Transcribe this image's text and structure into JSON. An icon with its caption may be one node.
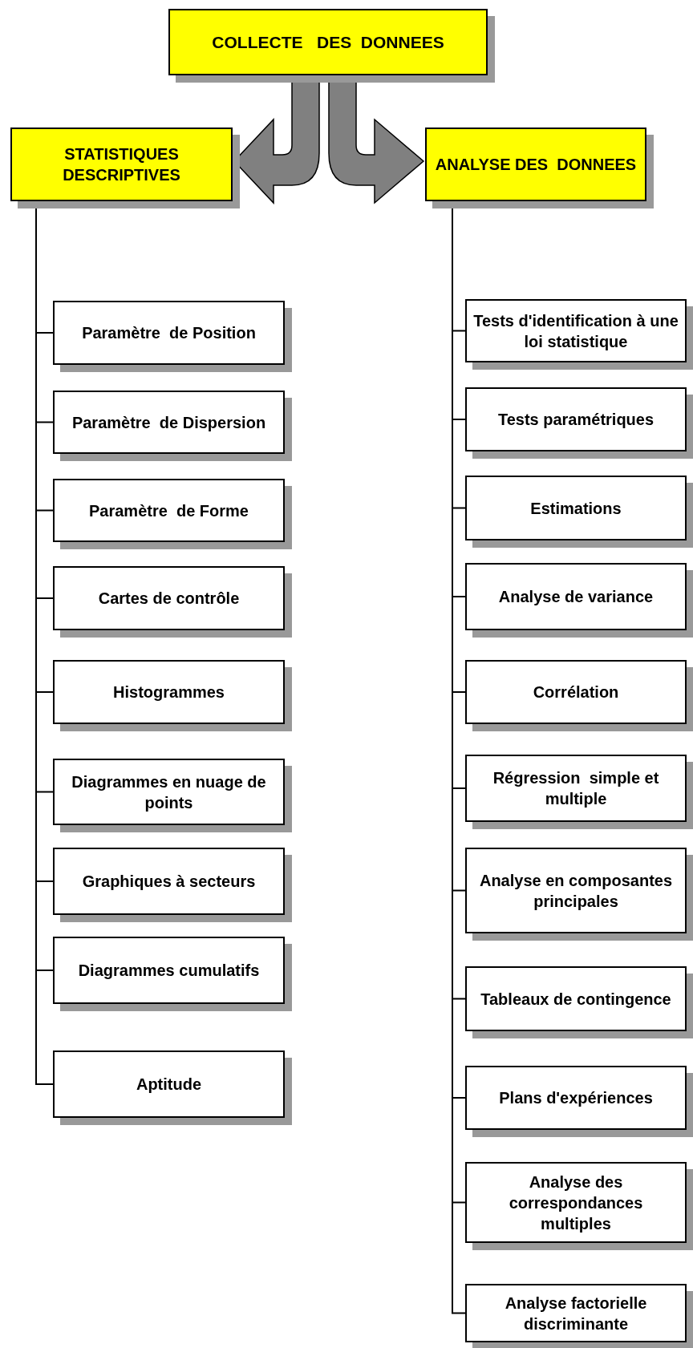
{
  "diagram": {
    "nodes": [
      {
        "text": [
          "COLLECTE   DES  DONNEES"
        ]
      },
      {
        "text": [
          "STATISTIQUES DESCRIPTIVES"
        ]
      },
      {
        "text": [
          "ANALYSE DES  DONNEES"
        ]
      },
      {
        "text": [
          "Paramètre  de Position"
        ]
      },
      {
        "text": [
          "Paramètre  de Dispersion"
        ]
      },
      {
        "text": [
          "Paramètre  de Forme"
        ]
      },
      {
        "text": [
          "Cartes de contrôle"
        ]
      },
      {
        "text": [
          "Histogrammes"
        ]
      },
      {
        "text": [
          "Diagrammes en nuage de points"
        ]
      },
      {
        "text": [
          "Graphiques à secteurs"
        ]
      },
      {
        "text": [
          "Diagrammes cumulatifs"
        ]
      },
      {
        "text": [
          "Aptitude"
        ]
      },
      {
        "text": [
          "Tests d'identification à une loi statistique"
        ]
      },
      {
        "text": [
          "Tests paramétriques"
        ]
      },
      {
        "text": [
          "Estimations"
        ]
      },
      {
        "text": [
          "Analyse de variance"
        ]
      },
      {
        "text": [
          "Corrélation"
        ]
      },
      {
        "text": [
          "Régression  simple et multiple"
        ]
      },
      {
        "text": [
          "Analyse en composantes principales"
        ]
      },
      {
        "text": [
          "Tableaux de contingence"
        ]
      },
      {
        "text": [
          "Plans d'expériences"
        ]
      },
      {
        "text": [
          "Analyse des correspondances multiples"
        ]
      },
      {
        "text": [
          "Analyse factorielle discriminante"
        ]
      }
    ],
    "edges": [
      {
        "from": 0,
        "to": 1,
        "arrow": "to",
        "style": "thick",
        "color": "#808080"
      },
      {
        "from": 0,
        "to": 2,
        "arrow": "to",
        "style": "thick",
        "color": "#808080"
      },
      {
        "from": 1,
        "to": 3,
        "arrow": "none"
      },
      {
        "from": 1,
        "to": 4,
        "arrow": "none"
      },
      {
        "from": 1,
        "to": 5,
        "arrow": "none"
      },
      {
        "from": 1,
        "to": 6,
        "arrow": "none"
      },
      {
        "from": 1,
        "to": 7,
        "arrow": "none"
      },
      {
        "from": 1,
        "to": 8,
        "arrow": "none"
      },
      {
        "from": 1,
        "to": 9,
        "arrow": "none"
      },
      {
        "from": 1,
        "to": 10,
        "arrow": "none"
      },
      {
        "from": 1,
        "to": 11,
        "arrow": "none"
      },
      {
        "from": 2,
        "to": 12,
        "arrow": "none"
      },
      {
        "from": 2,
        "to": 13,
        "arrow": "none"
      },
      {
        "from": 2,
        "to": 14,
        "arrow": "none"
      },
      {
        "from": 2,
        "to": 15,
        "arrow": "none"
      },
      {
        "from": 2,
        "to": 16,
        "arrow": "none"
      },
      {
        "from": 2,
        "to": 17,
        "arrow": "none"
      },
      {
        "from": 2,
        "to": 18,
        "arrow": "none"
      },
      {
        "from": 2,
        "to": 19,
        "arrow": "none"
      },
      {
        "from": 2,
        "to": 20,
        "arrow": "none"
      },
      {
        "from": 2,
        "to": 21,
        "arrow": "none"
      },
      {
        "from": 2,
        "to": 22,
        "arrow": "none"
      }
    ]
  }
}
